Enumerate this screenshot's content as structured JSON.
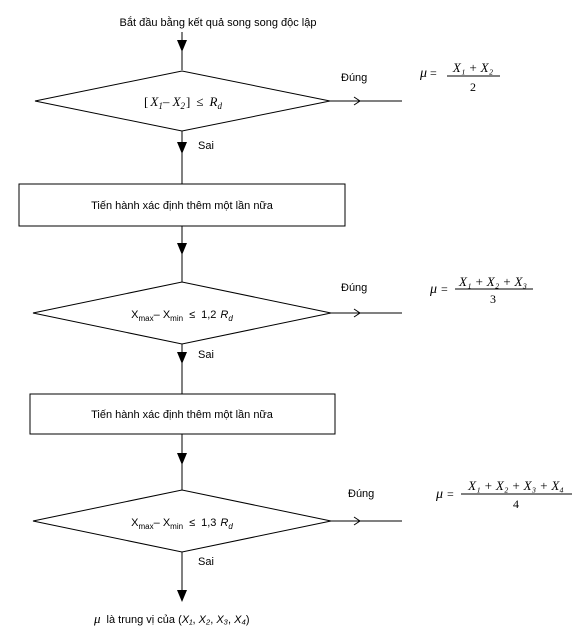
{
  "start": {
    "label": "Bắt đầu bằng kết quả song song độc lập"
  },
  "decisions": [
    {
      "pre": "[",
      "x1": "X",
      "x1_sub": "1",
      "minus": "– ",
      "x2": "X",
      "x2_sub": "2",
      "post": "]",
      "le": "≤",
      "r": "R",
      "r_sub": "d"
    },
    {
      "xmax": "X",
      "xmax_sub": "max",
      "dash": "– ",
      "xmin": "X",
      "xmin_sub": "min",
      "le": "≤",
      "factor": "1,2",
      "r": "R",
      "r_sub": "d"
    },
    {
      "xmax": "X",
      "xmax_sub": "max",
      "dash": "– ",
      "xmin": "X",
      "xmin_sub": "min",
      "le": "≤",
      "factor": "1,3",
      "r": "R",
      "r_sub": "d"
    }
  ],
  "processes": [
    {
      "label": "Tiến hành xác định thêm một lần nữa"
    },
    {
      "label": "Tiến hành xác định thêm một lần nữa"
    }
  ],
  "labels": {
    "yes": "Đúng",
    "no": "Sai"
  },
  "formulas": [
    {
      "mu": "μ",
      "eq": "=",
      "numerator": "X₁ + X₂",
      "denominator": "2"
    },
    {
      "mu": "μ",
      "eq": "=",
      "numerator": "X₁ + X₂ + X₃",
      "denominator": "3"
    },
    {
      "mu": "μ",
      "eq": "=",
      "numerator": "X₁ + X₂ + X₃ + X₄",
      "denominator": "4"
    }
  ],
  "end": {
    "mu": "μ",
    "text": "là trung vị của (",
    "args": [
      "X₁",
      "X₂",
      "X₃",
      "X₄"
    ],
    "sep": ", ",
    "close": ")"
  }
}
